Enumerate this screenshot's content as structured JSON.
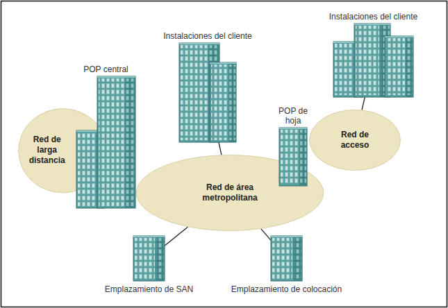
{
  "diagram": {
    "nodes": [
      {
        "text": [
          "Instalaciones del cliente"
        ]
      },
      {
        "text": [
          "Instalaciones del cliente"
        ]
      },
      {
        "text": [
          "POP central"
        ]
      },
      {
        "text": [
          "POP de hoja"
        ]
      },
      {
        "text": [
          "Red de larga distancia"
        ]
      },
      {
        "text": [
          "Red de acceso"
        ]
      },
      {
        "text": [
          "Red de área metropolitana"
        ]
      },
      {
        "text": [
          "Emplazamiento de SAN"
        ]
      },
      {
        "text": [
          "Emplazamiento de colocación"
        ]
      }
    ],
    "edges": [
      {
        "from": 0,
        "to": 5,
        "arrow": "none"
      },
      {
        "from": 1,
        "to": 6,
        "arrow": "none"
      },
      {
        "from": 7,
        "to": 6,
        "arrow": "none"
      },
      {
        "from": 8,
        "to": 6,
        "arrow": "none"
      }
    ]
  }
}
